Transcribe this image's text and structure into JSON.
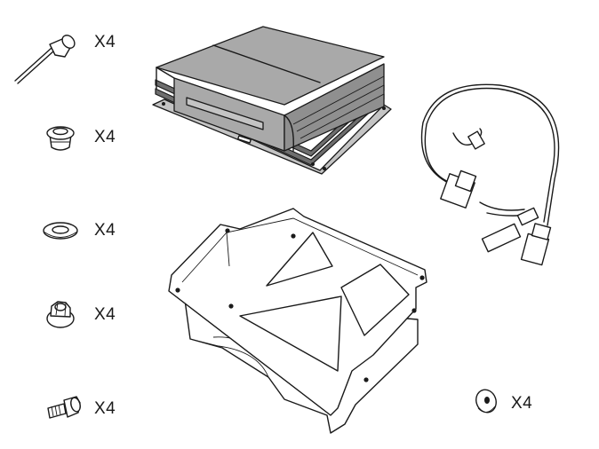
{
  "parts": [
    {
      "name": "rivet",
      "quantity": "X4"
    },
    {
      "name": "grommet",
      "quantity": "X4"
    },
    {
      "name": "washer",
      "quantity": "X4"
    },
    {
      "name": "flange-nut",
      "quantity": "X4"
    },
    {
      "name": "bolt",
      "quantity": "X4"
    },
    {
      "name": "small-washer",
      "quantity": "X4"
    }
  ],
  "illustrations": [
    "amplifier-unit-icon",
    "mounting-bracket-icon",
    "wiring-harness-icon"
  ],
  "colors": {
    "line": "#1a1a1a",
    "unit_fill": "#a9a9a9",
    "background": "#ffffff"
  }
}
